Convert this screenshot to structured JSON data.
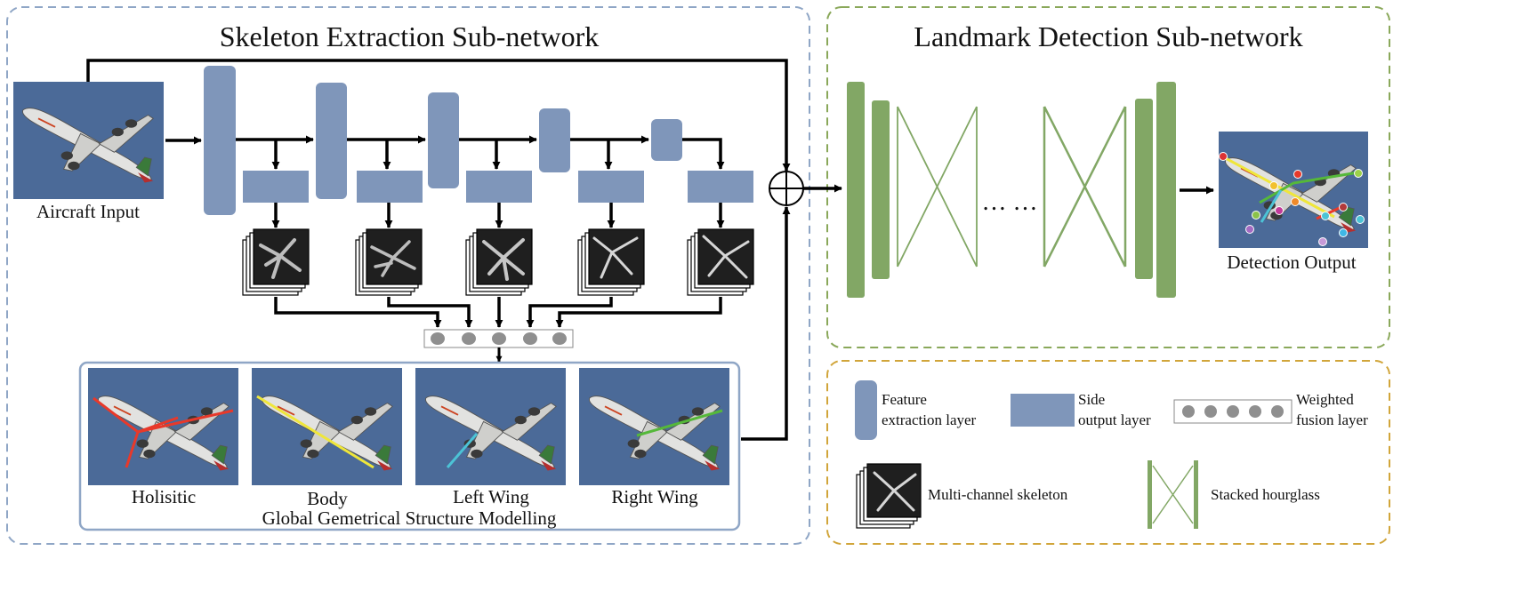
{
  "skeleton_section": {
    "title": "Skeleton Extraction Sub-network",
    "input_label": "Aircraft Input",
    "structure_caption": "Global Gemetrical Structure Modelling",
    "structure_items": [
      {
        "label": "Holisitic",
        "line_color": "#e8392a"
      },
      {
        "label": "Body",
        "line_color": "#efe63a"
      },
      {
        "label": "Left Wing",
        "line_color": "#4cc3d6"
      },
      {
        "label": "Right Wing",
        "line_color": "#55b83a"
      }
    ]
  },
  "landmark_section": {
    "title": "Landmark Detection Sub-network",
    "dots": "… …",
    "output_label": "Detection Output"
  },
  "legend": {
    "feature_layer": [
      "Feature",
      "extraction layer"
    ],
    "side_output": [
      "Side",
      "output layer"
    ],
    "weighted_fusion": [
      "Weighted",
      "fusion layer"
    ],
    "multi_channel": "Multi-channel skeleton",
    "stacked_hourglass": "Stacked hourglass"
  },
  "colors": {
    "blue_dash": "#8fa6c6",
    "green_dash": "#8aa85a",
    "gold_dash": "#d1a53a",
    "layer_blue": "#7f96ba",
    "hourglass_green": "#82a765",
    "photo_bg": "#4b6a98"
  }
}
